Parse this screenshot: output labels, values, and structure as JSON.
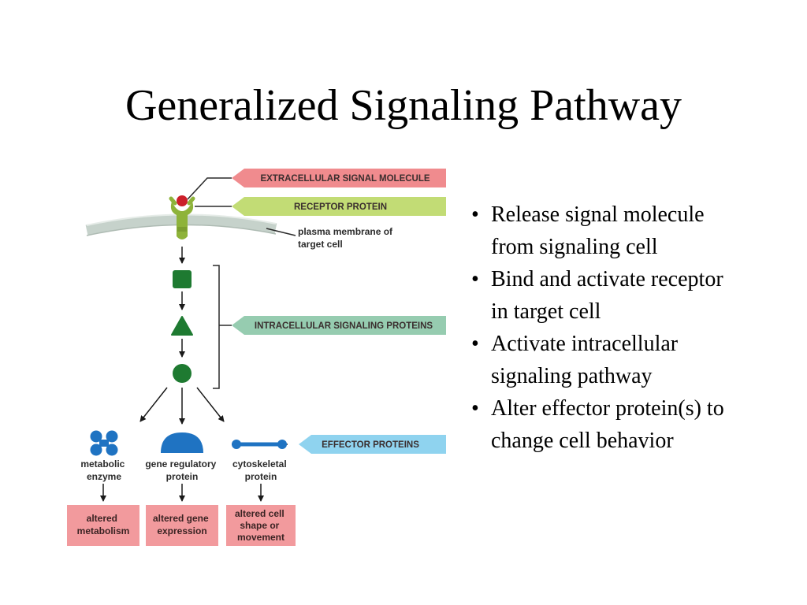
{
  "title": "Generalized Signaling Pathway",
  "colors": {
    "pink_banner": "#f08b8e",
    "green_banner": "#c2dc75",
    "teal_banner": "#96ccb0",
    "blue_banner": "#8fd3ef",
    "membrane": "#c6d2cb",
    "receptor": "#8eb33a",
    "signal_molecule": "#cc1f2a",
    "intracellular_protein": "#1e7a31",
    "effector_protein": "#1f73c2",
    "outcome_box": "#f29a9d"
  },
  "diagram": {
    "banners": {
      "extracellular": "EXTRACELLULAR SIGNAL MOLECULE",
      "receptor": "RECEPTOR PROTEIN",
      "intracellular": "INTRACELLULAR SIGNALING PROTEINS",
      "effector": "EFFECTOR PROTEINS"
    },
    "membrane_label": [
      "plasma membrane of",
      "target cell"
    ],
    "effectors": [
      {
        "label": [
          "metabolic",
          "enzyme"
        ],
        "icon": "cross-shaped-enzyme-icon"
      },
      {
        "label": [
          "gene regulatory",
          "protein"
        ],
        "icon": "half-dome-protein-icon"
      },
      {
        "label": [
          "cytoskeletal",
          "protein"
        ],
        "icon": "dumbbell-filament-icon"
      }
    ],
    "outcomes": [
      [
        "altered",
        "metabolism"
      ],
      [
        "altered gene",
        "expression"
      ],
      [
        "altered cell",
        "shape or",
        "movement"
      ]
    ]
  },
  "bullets": [
    [
      "Release signal molecule",
      "from signaling cell"
    ],
    [
      "Bind and activate receptor",
      "in target cell"
    ],
    [
      "Activate intracellular",
      "signaling pathway"
    ],
    [
      "Alter effector protein(s) to",
      "change cell behavior"
    ]
  ],
  "bullet_symbol": "•"
}
